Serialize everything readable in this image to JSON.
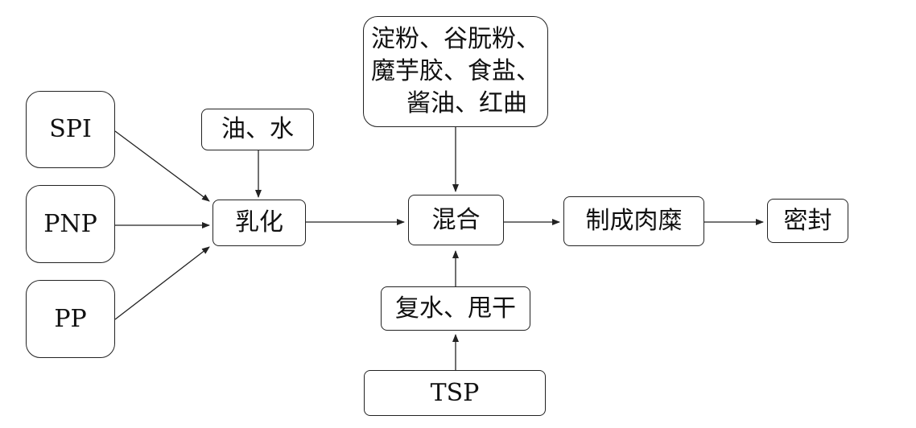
{
  "nodes": {
    "spi": "SPI",
    "pnp": "PNP",
    "pp": "PP",
    "oil_water": "油、水",
    "emulsify": "乳化",
    "additives": [
      "淀粉、谷朊粉、",
      "魔芋胶、食盐、",
      "酱油、红曲"
    ],
    "mix": "混合",
    "rehydrate": "复水、甩干",
    "tsp": "TSP",
    "mince": "制成肉糜",
    "seal": "密封"
  }
}
